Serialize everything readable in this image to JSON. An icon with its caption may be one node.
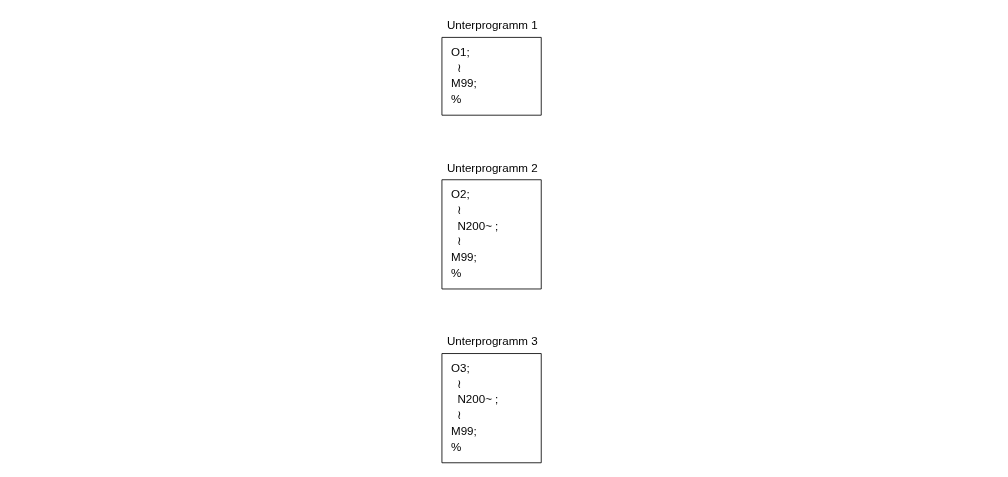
{
  "diagram": {
    "nodes": [
      {
        "text": [
          "Unterprogramm 1",
          "O1;",
          "≀",
          "M99;",
          "%"
        ]
      },
      {
        "text": [
          "Unterprogramm 2",
          "O2;",
          "≀",
          "N200~ ;",
          "≀",
          "M99;",
          "%"
        ]
      },
      {
        "text": [
          "Unterprogramm 3",
          "O3;",
          "≀",
          "N200~ ;",
          "≀",
          "M99;",
          "%"
        ]
      }
    ]
  }
}
